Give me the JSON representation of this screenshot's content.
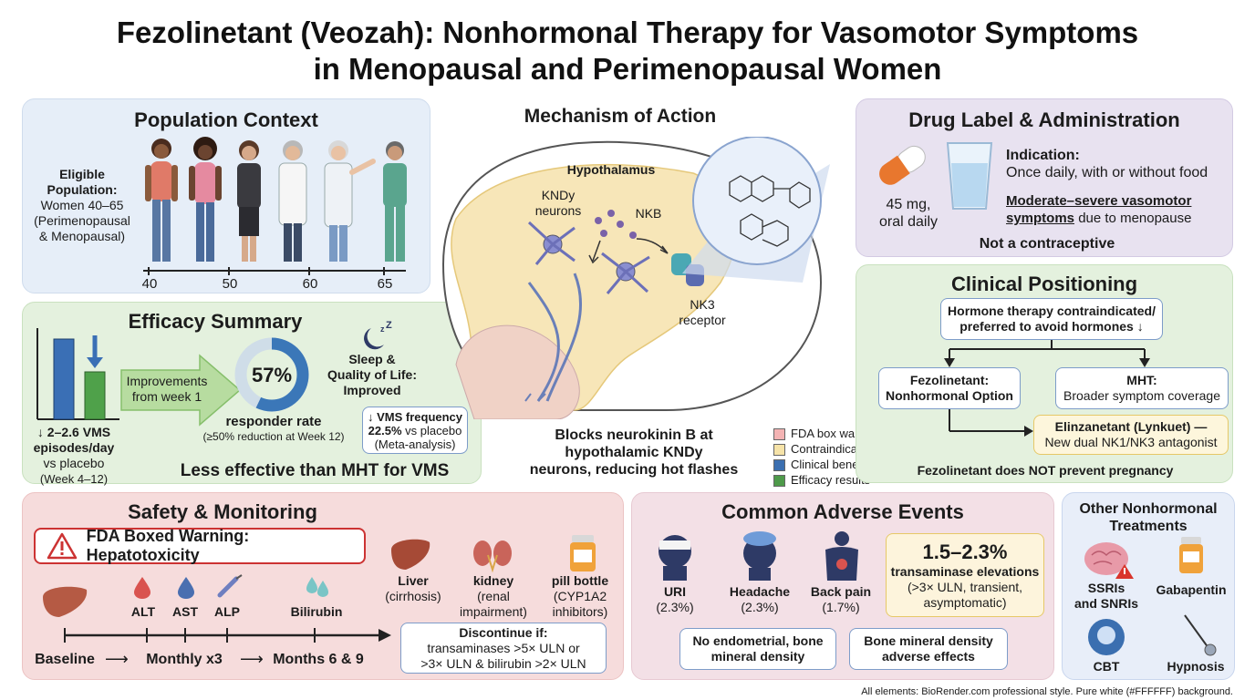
{
  "title": {
    "line1": "Fezolinetant (Veozah): Nonhormonal Therapy for Vasomotor Symptoms",
    "line2": "in Menopausal and Perimenopausal Women"
  },
  "population": {
    "heading": "Population Context",
    "eligible_bold1": "Eligible",
    "eligible_bold2": "Population:",
    "eligible_l1": "Women 40–65",
    "eligible_l2": "(Perimenopausal",
    "eligible_l3": "& Menopausal)",
    "age_ticks": [
      "40",
      "50",
      "60",
      "65"
    ]
  },
  "efficacy": {
    "heading": "Efficacy Summary",
    "bar_l1": "↓ 2–2.6 VMS",
    "bar_l2": "episodes/day",
    "bar_l3": "vs placebo",
    "bar_l4": "(Week 4–12)",
    "arrow_l1": "Improvements",
    "arrow_l2": "from week 1",
    "donut_value": "57%",
    "donut_percent": 57,
    "responder": "responder rate",
    "responder_note": "(≥50% reduction at Week 12)",
    "sleep_l1": "Sleep &",
    "sleep_l2": "Quality of Life:",
    "sleep_l3": "Improved",
    "meta_l1": "↓ VMS frequency",
    "meta_l2_bold": "22.5%",
    "meta_l2_rest": " vs placebo",
    "meta_l3": "(Meta-analysis)",
    "footer": "Less effective than MHT for VMS"
  },
  "mechanism": {
    "heading": "Mechanism of Action",
    "hypothalamus": "Hypothalamus",
    "kndy_l1": "KNDy",
    "kndy_l2": "neurons",
    "nkb": "NKB",
    "nk3_l1": "NK3",
    "nk3_l2": "receptor",
    "caption_l1": "Blocks neurokinin B at",
    "caption_l2": "hypothalamic KNDy",
    "caption_l3": "neurons, reducing hot flashes",
    "legend": [
      {
        "label": "FDA box warnings",
        "color": "#f4b4b4"
      },
      {
        "label": "Contraindications",
        "color": "#f6e3a8"
      },
      {
        "label": "Clinical benefits",
        "color": "#3b6fb0"
      },
      {
        "label": "Efficacy results",
        "color": "#4e9a4a"
      }
    ]
  },
  "drug_label": {
    "heading": "Drug Label & Administration",
    "dose_l1": "45 mg,",
    "dose_l2": "oral daily",
    "indication": "Indication:",
    "indication_text": "Once daily, with or without food",
    "moderate_l1": "Moderate–severe vasomotor",
    "moderate_l2_u": "symptoms",
    "moderate_l2_rest": " due to menopause",
    "not_contraceptive": "Not a contraceptive"
  },
  "positioning": {
    "heading": "Clinical Positioning",
    "top_l1": "Hormone therapy contraindicated/",
    "top_l2": "preferred to avoid hormones ↓",
    "fezo_l1": "Fezolinetant:",
    "fezo_l2": "Nonhormonal Option",
    "mht_l1": "MHT:",
    "mht_l2": "Broader symptom coverage",
    "elin_l1": "Elinzanetant (Lynkuet) —",
    "elin_l2": "New dual NK1/NK3 antagonist",
    "footer": "Fezolinetant does NOT prevent pregnancy"
  },
  "safety": {
    "heading": "Safety & Monitoring",
    "warning": "FDA Boxed Warning: Hepatotoxicity",
    "tests": [
      "ALT",
      "AST",
      "ALP",
      "Bilirubin"
    ],
    "timeline": [
      "Baseline",
      "Monthly x3",
      "Months 6 & 9"
    ],
    "organs": [
      {
        "name": "Liver",
        "note1": "(cirrhosis)",
        "note2": ""
      },
      {
        "name": "kidney",
        "note1": "(renal",
        "note2": "impairment)"
      },
      {
        "name": "pill bottle",
        "note1": "(CYP1A2",
        "note2": "inhibitors)"
      }
    ],
    "discontinue_l1": "Discontinue if:",
    "discontinue_l2": "transaminases >5× ULN or",
    "discontinue_l3": ">3× ULN & bilirubin >2× ULN"
  },
  "adverse": {
    "heading": "Common Adverse Events",
    "events": [
      {
        "name": "URI",
        "pct": "(2.3%)"
      },
      {
        "name": "Headache",
        "pct": "(2.3%)"
      },
      {
        "name": "Back pain",
        "pct": "(1.7%)"
      }
    ],
    "trans_value": "1.5–2.3%",
    "trans_l1": "transaminase elevations",
    "trans_l2": "(>3× ULN, transient,",
    "trans_l3": "asymptomatic)",
    "no_endo_l1": "No endometrial, bone",
    "no_endo_l2": "mineral density",
    "bmd_l1": "Bone mineral density",
    "bmd_l2": "adverse effects"
  },
  "other": {
    "heading_l1": "Other Nonhormonal",
    "heading_l2": "Treatments",
    "ssri_l1": "SSRIs",
    "ssri_l2": "and SNRIs",
    "gabapentin": "Gabapentin",
    "cbt": "CBT",
    "hypnosis": "Hypnosis"
  },
  "footnote": "All elements: BioRender.com professional style. Pure white (#FFFFFF) background."
}
